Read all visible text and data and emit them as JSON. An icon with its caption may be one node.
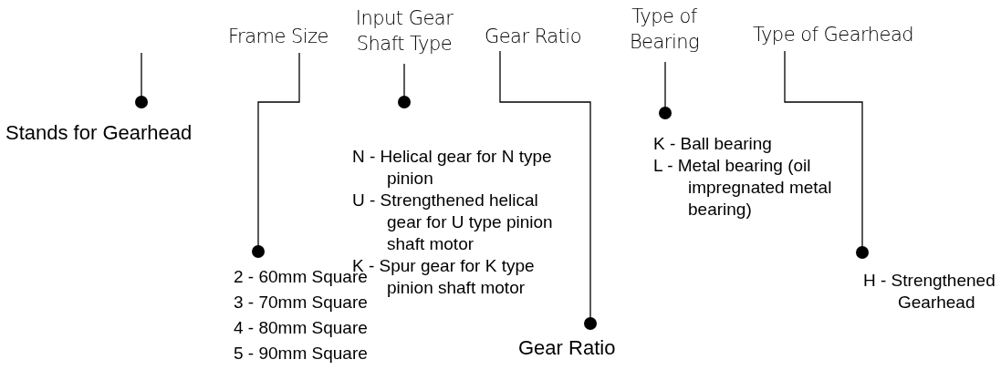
{
  "diagram": {
    "nodes": [
      {
        "text": [
          "Frame Size"
        ]
      },
      {
        "text": [
          "Input Gear Shaft Type"
        ]
      },
      {
        "text": [
          "Gear Ratio"
        ]
      },
      {
        "text": [
          "Type of Bearing"
        ]
      },
      {
        "text": [
          "Type of Gearhead"
        ]
      },
      {
        "text": [
          "Stands for Gearhead"
        ]
      },
      {
        "text": [
          "2 - 60mm Square",
          "3 - 70mm Square",
          "4 - 80mm Square",
          "5 - 90mm Square"
        ]
      },
      {
        "text": [
          "N - Helical gear for N type pinion",
          "U - Strengthened helical gear for U type pinion shaft motor",
          "K - Spur gear for K type pinion shaft motor"
        ]
      },
      {
        "text": [
          "Gear Ratio"
        ]
      },
      {
        "text": [
          "K - Ball bearing",
          "L - Metal bearing (oil impregnated metal bearing)"
        ]
      },
      {
        "text": [
          "H - Strengthened Gearhead"
        ]
      }
    ],
    "edges": [
      {
        "from": null,
        "to": 5,
        "arrow": "other"
      },
      {
        "from": 0,
        "to": 6,
        "arrow": "other"
      },
      {
        "from": 1,
        "to": 7,
        "arrow": "other"
      },
      {
        "from": 2,
        "to": 8,
        "arrow": "other"
      },
      {
        "from": 3,
        "to": 9,
        "arrow": "other"
      },
      {
        "from": 4,
        "to": 10,
        "arrow": "other"
      }
    ]
  }
}
